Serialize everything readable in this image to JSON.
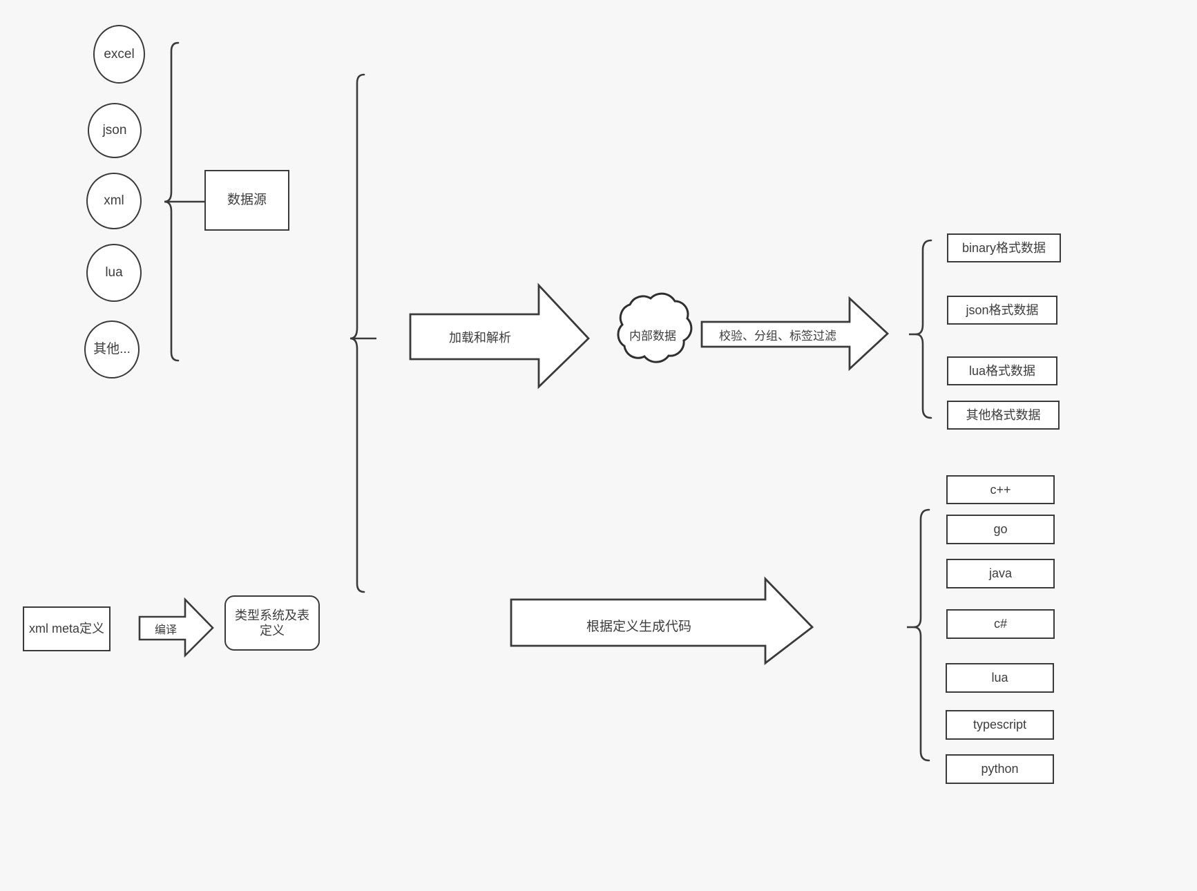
{
  "diagram": {
    "title_text_color": "#3d3d3d",
    "background": "#f7f7f7",
    "stroke": "#3a3a3a",
    "sources": {
      "items": [
        {
          "label": "excel"
        },
        {
          "label": "json"
        },
        {
          "label": "xml"
        },
        {
          "label": "lua"
        },
        {
          "label": "其他..."
        }
      ],
      "group_label": "数据源"
    },
    "meta": {
      "input_label": "xml meta定义",
      "compile_arrow_label": "编译",
      "output_label": "类型系统及表定义"
    },
    "pipeline": {
      "load_arrow_label": "加载和解析",
      "cloud_label": "内部数据",
      "filter_arrow_label": "校验、分组、标签过滤",
      "codegen_arrow_label": "根据定义生成代码"
    },
    "outputs": {
      "data_formats": [
        {
          "label": "binary格式数据"
        },
        {
          "label": "json格式数据"
        },
        {
          "label": "lua格式数据"
        },
        {
          "label": "其他格式数据"
        }
      ],
      "languages": [
        {
          "label": "c++"
        },
        {
          "label": "go"
        },
        {
          "label": "java"
        },
        {
          "label": "c#"
        },
        {
          "label": "lua"
        },
        {
          "label": "typescript"
        },
        {
          "label": "python"
        }
      ]
    }
  }
}
